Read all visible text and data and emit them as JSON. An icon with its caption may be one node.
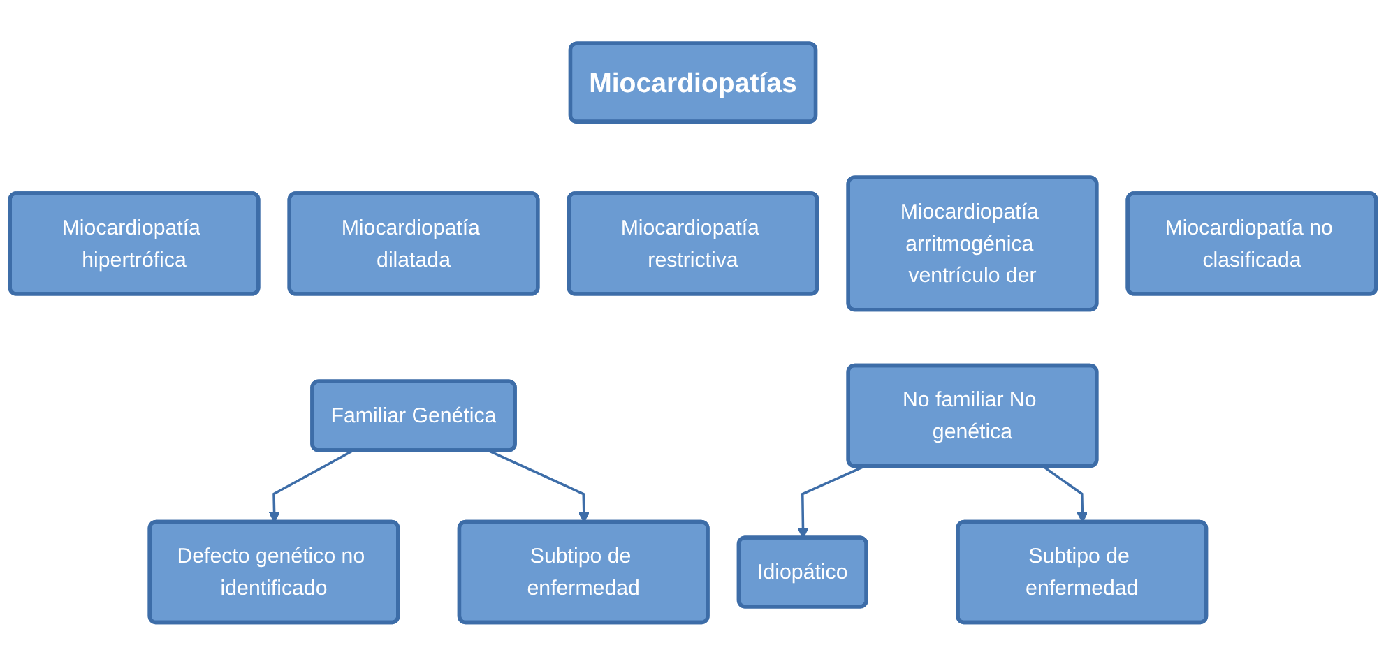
{
  "diagram": {
    "nodes": [
      {
        "text": [
          "Miocardiopatías"
        ]
      },
      {
        "text": [
          "Miocardiopatía hipertrófica"
        ]
      },
      {
        "text": [
          "Miocardiopatía dilatada"
        ]
      },
      {
        "text": [
          "Miocardiopatía restrictiva"
        ]
      },
      {
        "text": [
          "Miocardiopatía arritmogénica ventrículo der"
        ]
      },
      {
        "text": [
          "Miocardiopatía no clasificada"
        ]
      },
      {
        "text": [
          "Familiar Genética"
        ]
      },
      {
        "text": [
          "No familiar No genética"
        ]
      },
      {
        "text": [
          "Defecto genético no identificado"
        ]
      },
      {
        "text": [
          "Subtipo de enfermedad"
        ]
      },
      {
        "text": [
          "Idiopático"
        ]
      },
      {
        "text": [
          "Subtipo de enfermedad"
        ]
      }
    ],
    "edges": [
      {
        "from": 6,
        "to": 8,
        "arrow": "to"
      },
      {
        "from": 6,
        "to": 9,
        "arrow": "to"
      },
      {
        "from": 7,
        "to": 10,
        "arrow": "to"
      },
      {
        "from": 7,
        "to": 11,
        "arrow": "to"
      }
    ]
  }
}
